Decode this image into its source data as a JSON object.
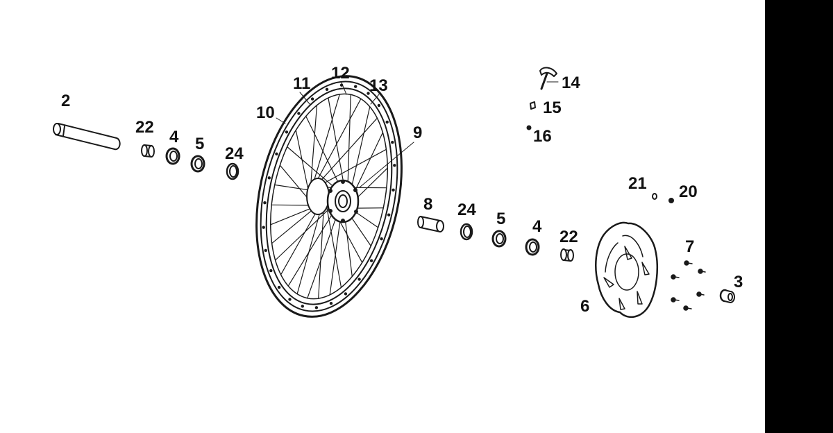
{
  "diagram": {
    "parts": [
      {
        "id": "axle",
        "number": "2"
      },
      {
        "id": "spacer-left",
        "number": "22"
      },
      {
        "id": "bearing-left",
        "number": "4"
      },
      {
        "id": "seal-left",
        "number": "5"
      },
      {
        "id": "ring-left",
        "number": "24"
      },
      {
        "id": "rim-strip",
        "number": "10"
      },
      {
        "id": "rim",
        "number": "11"
      },
      {
        "id": "tire",
        "number": "12"
      },
      {
        "id": "spokes",
        "number": "13"
      },
      {
        "id": "hub",
        "number": "9"
      },
      {
        "id": "valve-cap",
        "number": "14"
      },
      {
        "id": "valve-nut",
        "number": "15"
      },
      {
        "id": "valve-core",
        "number": "16"
      },
      {
        "id": "inner-spacer",
        "number": "8"
      },
      {
        "id": "ring-right",
        "number": "24"
      },
      {
        "id": "seal-right",
        "number": "5"
      },
      {
        "id": "bearing-right",
        "number": "4"
      },
      {
        "id": "spacer-right",
        "number": "22"
      },
      {
        "id": "washer",
        "number": "21"
      },
      {
        "id": "nut-small",
        "number": "20"
      },
      {
        "id": "disc-bolts",
        "number": "7"
      },
      {
        "id": "axle-nut",
        "number": "3"
      },
      {
        "id": "brake-disc",
        "number": "6"
      }
    ]
  },
  "colors": {
    "line": "#1a1a1a",
    "background": "#ffffff",
    "sidebar": "#000000"
  }
}
